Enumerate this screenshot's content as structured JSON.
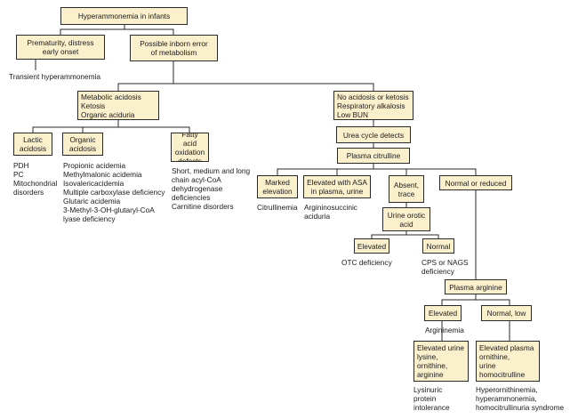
{
  "boxes": {
    "root": "Hyperammonemia in infants",
    "premature": "Prematurity, distress\nearly onset",
    "inborn": "Possible inborn error\nof metabolism",
    "metabolic": "Metabolic acidosis\nKetosis\nOrganic aciduria",
    "no_acidosis": "No acidosis or ketosis\nRespiratory alkalosis\nLow BUN",
    "lactic": "Lactic\nacidosis",
    "organic": "Organic\nacidosis",
    "fatty": "Fatty acid\noxidation\ndefects",
    "urea": "Urea cycle detects",
    "citrulline": "Plasma citrulline",
    "marked": "Marked\nelevation",
    "elevated_asa": "Elevated with ASA\nin plasma, urine",
    "absent": "Absent,\ntrace",
    "normal_reduced": "Normal or reduced",
    "orotic": "Urine orotic\nacid",
    "elev_orotic": "Elevated",
    "normal_orotic": "Normal",
    "arginine": "Plasma arginine",
    "elev_arg": "Elevated",
    "normal_low": "Normal, low",
    "elev_urine": "Elevated urine\nlysine,\nornithine,\narginine",
    "elev_plasma": "Elevated plasma\nornithine,\nurine\nhomocitrulline"
  },
  "notes": {
    "transient": "Transient hyperammonemia",
    "lactic_list": "PDH\nPC\nMitochondrial\ndisorders",
    "organic_list": "Propionic acidemia\nMethylmalonic acidemia\nIsovalericacidemia\nMultiple carboxylase deficiency\nGlutaric acidemia\n3-Methyl-3-OH-glutaryl-CoA\n    lyase deficiency",
    "fatty_list": "Short, medium and long\n  chain acyl-CoA\n  dehydrogenase\n  deficiencies\nCarnitine disorders",
    "citrullinemia": "Citrullinemia",
    "argininosuccinic": "Argininosuccinic\n  aciduria",
    "otc": "OTC deficiency",
    "cps": "CPS or NAGS\ndeficiency",
    "argininemia": "Argininemia",
    "lysinuric": "Lysinuric\nprotein\nintolerance",
    "hhh": "Hyperornithinemia,\nhyperammonemia,\nhomocitrullinuria syndrome"
  },
  "colors": {
    "box_fill": "#fbf0cc",
    "line": "#2a2a2a"
  }
}
